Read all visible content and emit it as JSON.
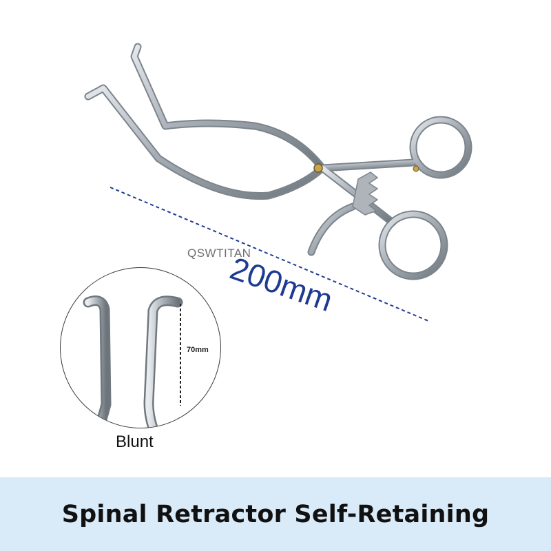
{
  "watermark": "QSWTITAN",
  "dimensions": {
    "overall_length": "200mm",
    "blade_depth": "70mm"
  },
  "inset": {
    "caption": "Blunt"
  },
  "banner": {
    "title": "Spinal Retractor Self-Retaining"
  },
  "colors": {
    "banner_background": "#d9ebf8",
    "dimension_text": "#1f3a93",
    "steel": "#b8bec4"
  }
}
